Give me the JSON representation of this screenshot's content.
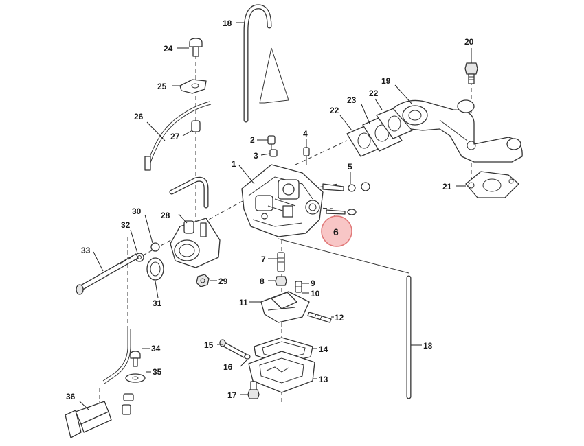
{
  "callouts": [
    {
      "key": "p1",
      "text": "1"
    },
    {
      "key": "p2",
      "text": "2"
    },
    {
      "key": "p3",
      "text": "3"
    },
    {
      "key": "p4",
      "text": "4"
    },
    {
      "key": "p5",
      "text": "5"
    },
    {
      "key": "p6",
      "text": "6",
      "highlighted": true
    },
    {
      "key": "p7",
      "text": "7"
    },
    {
      "key": "p8",
      "text": "8"
    },
    {
      "key": "p9",
      "text": "9"
    },
    {
      "key": "p10",
      "text": "10"
    },
    {
      "key": "p11",
      "text": "11"
    },
    {
      "key": "p12",
      "text": "12"
    },
    {
      "key": "p13",
      "text": "13"
    },
    {
      "key": "p14",
      "text": "14"
    },
    {
      "key": "p15",
      "text": "15"
    },
    {
      "key": "p16",
      "text": "16"
    },
    {
      "key": "p17",
      "text": "17"
    },
    {
      "key": "p18a",
      "text": "18"
    },
    {
      "key": "p18b",
      "text": "18"
    },
    {
      "key": "p19",
      "text": "19"
    },
    {
      "key": "p20",
      "text": "20"
    },
    {
      "key": "p21",
      "text": "21"
    },
    {
      "key": "p22a",
      "text": "22"
    },
    {
      "key": "p22b",
      "text": "22"
    },
    {
      "key": "p23",
      "text": "23"
    },
    {
      "key": "p24",
      "text": "24"
    },
    {
      "key": "p25",
      "text": "25"
    },
    {
      "key": "p26",
      "text": "26"
    },
    {
      "key": "p27",
      "text": "27"
    },
    {
      "key": "p28",
      "text": "28"
    },
    {
      "key": "p29",
      "text": "29"
    },
    {
      "key": "p30",
      "text": "30"
    },
    {
      "key": "p31",
      "text": "31"
    },
    {
      "key": "p32",
      "text": "32"
    },
    {
      "key": "p33",
      "text": "33"
    },
    {
      "key": "p34",
      "text": "34"
    },
    {
      "key": "p35",
      "text": "35"
    },
    {
      "key": "p36",
      "text": "36"
    }
  ],
  "colors": {
    "line": "#333333",
    "highlight_fill": "#f8c6c6",
    "highlight_stroke": "#e07777"
  }
}
